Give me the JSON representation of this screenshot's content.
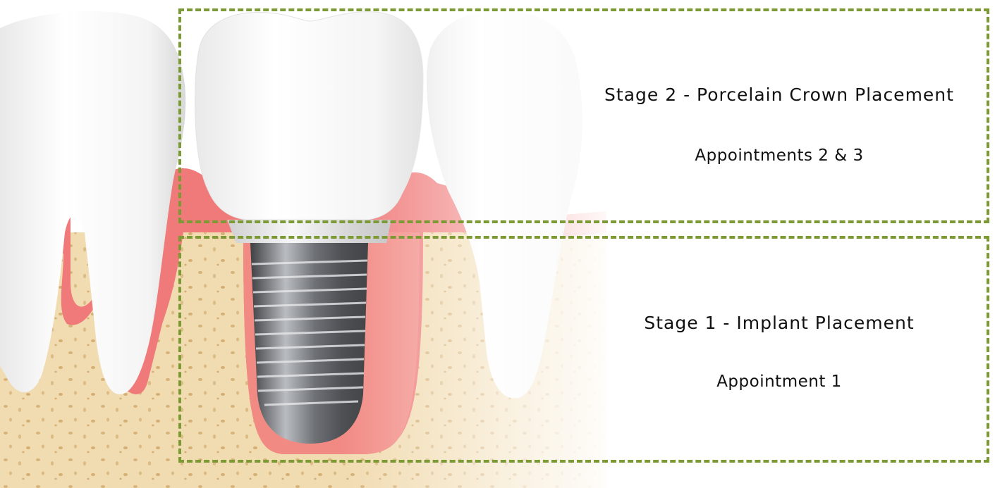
{
  "stages": {
    "stage2": {
      "title": "Stage 2 - Porcelain Crown Placement",
      "subtitle": "Appointments 2 & 3"
    },
    "stage1": {
      "title": "Stage 1 - Implant Placement",
      "subtitle": "Appointment 1"
    }
  },
  "colors": {
    "dashed_border": "#7b9a34",
    "gum": "#f07a7a",
    "bone": "#f1dbb0",
    "tooth": "#ffffff",
    "implant": "#6d7075"
  },
  "illustration": {
    "components": [
      "adjacent-tooth-left",
      "porcelain-crown",
      "abutment",
      "implant-screw",
      "adjacent-tooth-right",
      "gum",
      "jaw-bone"
    ]
  }
}
